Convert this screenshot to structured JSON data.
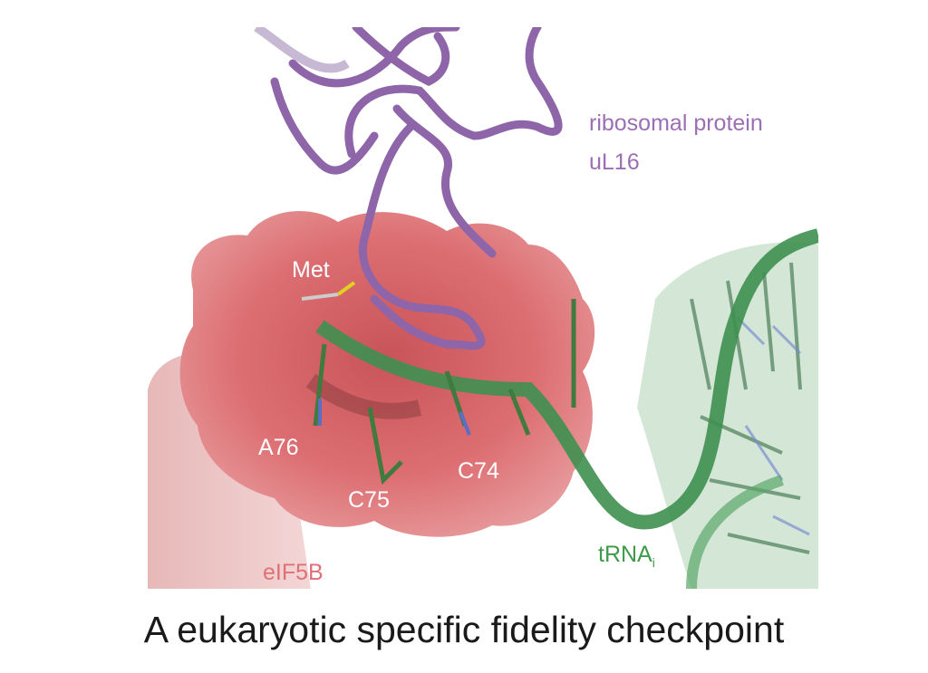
{
  "labels": {
    "protein_line1": "ribosomal protein",
    "protein_line2": "uL16",
    "met": "Met",
    "a76": "A76",
    "c75": "C75",
    "c74": "C74",
    "eif5b": "eIF5B",
    "trna": "tRNA",
    "trna_sub": "i"
  },
  "caption": "A eukaryotic specific fidelity checkpoint",
  "colors": {
    "protein": "#9b6fb3",
    "eif5b": "#e07078",
    "trna": "#3f9a4a",
    "surface": "#d4656a"
  }
}
